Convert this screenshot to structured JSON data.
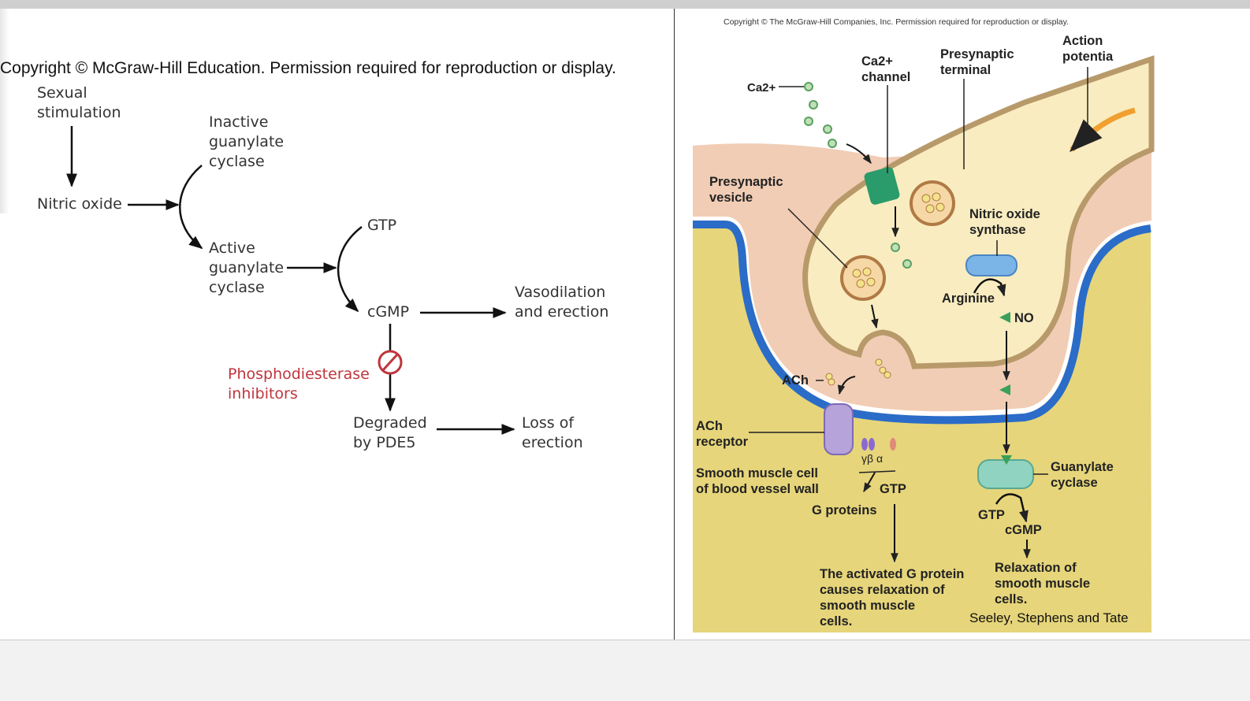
{
  "copyright_left": "Copyright © McGraw-Hill Education. Permission required for reproduction or display.",
  "copyright_right": "Copyright © The McGraw-Hill Companies, Inc. Permission required for reproduction or display.",
  "pathway": {
    "sexual_stimulation": "Sexual\nstimulation",
    "nitric_oxide": "Nitric oxide",
    "inactive_gc": "Inactive\nguanylate\ncyclase",
    "active_gc": "Active\nguanylate\ncyclase",
    "gtp": "GTP",
    "cgmp": "cGMP",
    "vasodilation": "Vasodilation\nand erection",
    "pde_inhibitors": "Phosphodiesterase\ninhibitors",
    "degraded": "Degraded\nby PDE5",
    "loss": "Loss of\nerection"
  },
  "synapse": {
    "ca_ion": "Ca2+",
    "ca_channel": "Ca2+\nchannel",
    "presynaptic_terminal": "Presynaptic\nterminal",
    "action_potential": "Action\npotentia",
    "presynaptic_vesicle": "Presynaptic\nvesicle",
    "no_synthase": "Nitric oxide\nsynthase",
    "arginine": "Arginine",
    "no": "NO",
    "ach": "ACh",
    "ach_receptor": "ACh\nreceptor",
    "gbg": "γβ  α",
    "smooth_muscle": "Smooth muscle cell\nof blood vessel wall",
    "gtp1": "GTP",
    "g_proteins": "G proteins",
    "guanylate_cyclase": "Guanylate\ncyclase",
    "gtp2": "GTP",
    "cgmp": "cGMP",
    "activated_g": "The activated G protein\ncauses relaxation of\nsmooth muscle\ncells.",
    "relaxation": "Relaxation of\nsmooth muscle\ncells."
  },
  "credit": "Seeley, Stephens and Tate",
  "colors": {
    "muscle_yellow": "#e6d57a",
    "membrane_blue": "#2a6cc7",
    "terminal_pink": "#efc4aa",
    "inhibitor_red": "#c0353c"
  }
}
